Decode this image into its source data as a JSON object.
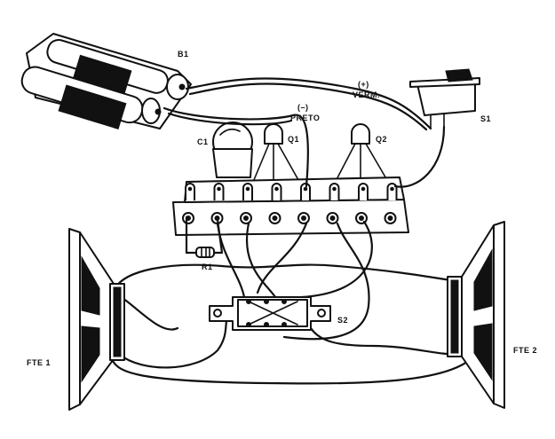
{
  "labels": {
    "battery": "B1",
    "positive": "(+)",
    "red": "VERM.",
    "negative": "(–)",
    "black": "PRETO",
    "switch1": "S1",
    "capacitor": "C1",
    "transistor1": "Q1",
    "transistor2": "Q2",
    "resistor": "R1",
    "switch2": "S2",
    "speaker1": "FTE 1",
    "speaker2": "FTE 2"
  },
  "colors": {
    "ink": "#111111",
    "paper": "#ffffff"
  }
}
